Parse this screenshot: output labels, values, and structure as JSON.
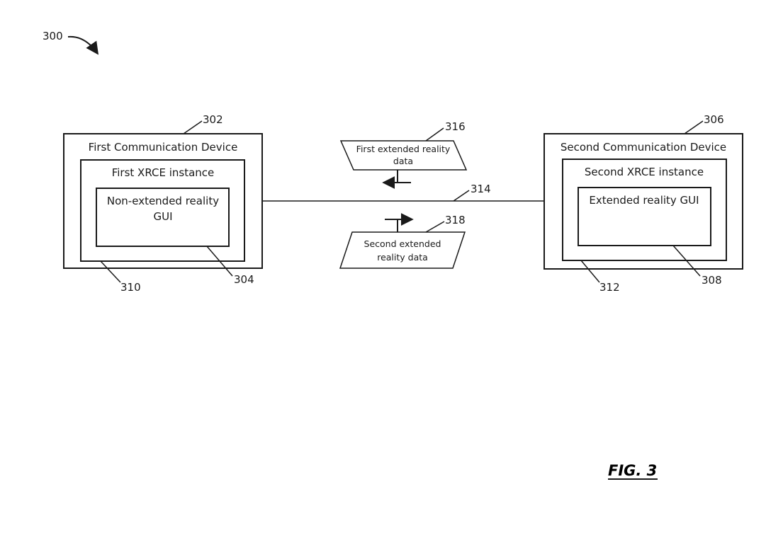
{
  "figure": {
    "number_label": "FIG. 3",
    "overall_ref": "300"
  },
  "first_device": {
    "ref": "302",
    "title": "First Communication Device",
    "xrce": {
      "ref": "310",
      "title": "First XRCE instance"
    },
    "gui": {
      "ref": "304",
      "line1": "Non-extended reality",
      "line2": "GUI"
    }
  },
  "second_device": {
    "ref": "306",
    "title": "Second Communication Device",
    "xrce": {
      "ref": "312",
      "title": "Second XRCE instance"
    },
    "gui": {
      "ref": "308",
      "line1": "Extended reality GUI"
    }
  },
  "link": {
    "ref": "314"
  },
  "first_data": {
    "ref": "316",
    "line1": "First extended reality",
    "line2": "data",
    "direction": "left"
  },
  "second_data": {
    "ref": "318",
    "line1": "Second extended",
    "line2": "reality data",
    "direction": "right"
  },
  "colors": {
    "ink": "#1a1a1a",
    "background": "#ffffff"
  }
}
